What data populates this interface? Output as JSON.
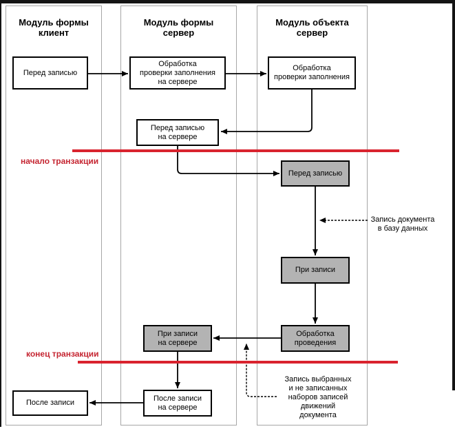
{
  "lanes": [
    {
      "title": "Модуль формы\nклиент"
    },
    {
      "title": "Модуль формы\nсервер"
    },
    {
      "title": "Модуль объекта\nсервер"
    }
  ],
  "nodes": {
    "client_before_write": "Перед записью",
    "server_fill_check": "Обработка\nпроверки заполнения\nна сервере",
    "object_fill_check": "Обработка\nпроверки заполнения",
    "before_write_on_server": "Перед записью\nна сервере",
    "object_before_write": "Перед записью",
    "on_write": "При записи",
    "posting_processing": "Обработка\nпроведения",
    "on_write_on_server": "При записи\nна сервере",
    "after_write_on_server": "После записи\nна сервере",
    "client_after_write": "После записи"
  },
  "transaction": {
    "start_label": "начало транзакции",
    "end_label": "конец транзакции"
  },
  "annotations": {
    "write_to_db": "Запись документа\nв базу данных",
    "write_movements": "Запись выбранных\nи не записанных\nнаборов записей\nдвижений\nдокумента"
  },
  "colors": {
    "transaction_line": "#d9232e",
    "transaction_label": "#c52531",
    "node_fill_transactional": "#b3b3b3",
    "node_fill_plain": "#ffffff",
    "lane_border": "#a6a6a6",
    "frame_border": "#141414"
  }
}
